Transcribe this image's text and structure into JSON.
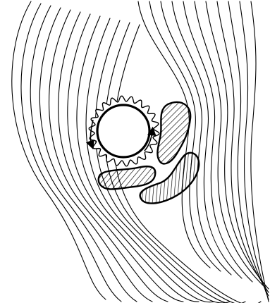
{
  "figure": {
    "background": "#ffffff",
    "ink": "#000000",
    "elements": [
      "flow-lines",
      "circle-with-wavy-halo",
      "circulation-arrows",
      "hatched-blob-right",
      "hatched-blob-left-bottom",
      "hatched-blob-lower-right"
    ],
    "hatching": {
      "right_blob": "diagonal",
      "left_blob": "diagonal",
      "lower_right_blob": "vertical"
    }
  }
}
